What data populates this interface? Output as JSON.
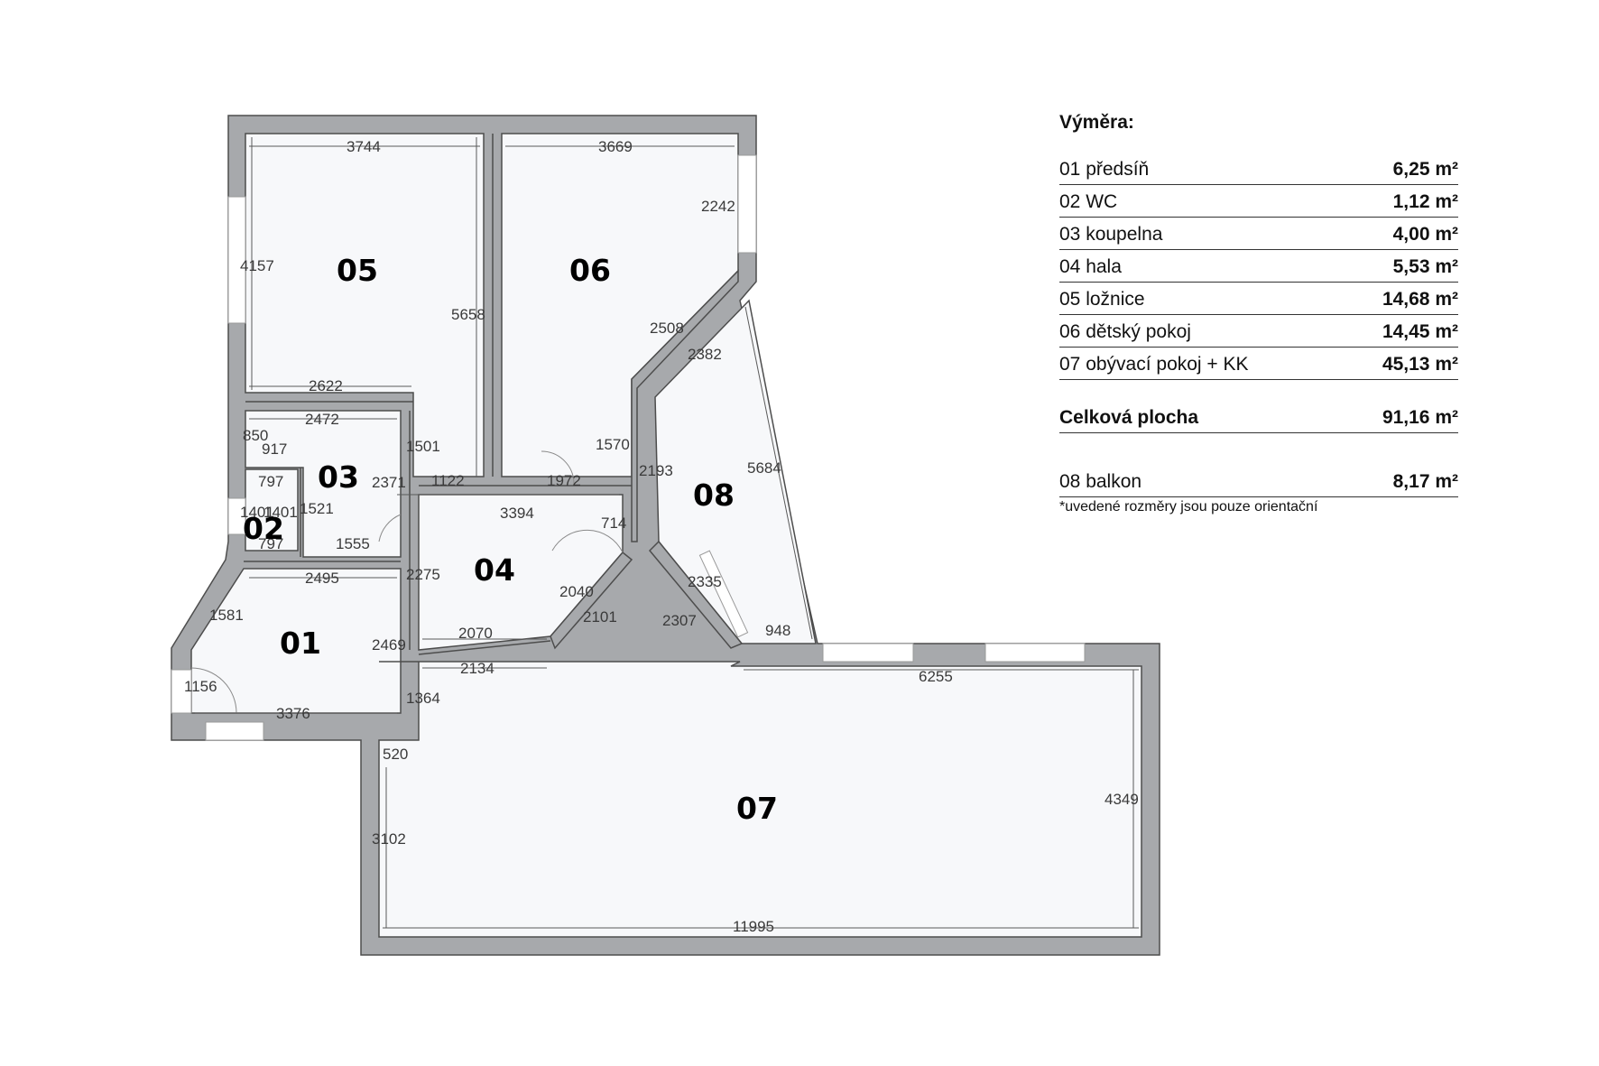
{
  "legend": {
    "title": "Výměra:",
    "rooms": [
      {
        "label": "01 předsíň",
        "value": "6,25 m²"
      },
      {
        "label": "02 WC",
        "value": "1,12 m²"
      },
      {
        "label": "03 koupelna",
        "value": "4,00 m²"
      },
      {
        "label": "04 hala",
        "value": "5,53 m²"
      },
      {
        "label": "05 ložnice",
        "value": "14,68 m²"
      },
      {
        "label": "06 dětský pokoj",
        "value": "14,45 m²"
      },
      {
        "label": "07 obývací pokoj + KK",
        "value": "45,13 m²"
      }
    ],
    "total": {
      "label": "Celková plocha",
      "value": "91,16 m²"
    },
    "balcony": {
      "label": "08 balkon",
      "value": "8,17 m²"
    },
    "note": "*uvedené rozměry jsou pouze orientační"
  },
  "rooms": {
    "r01": "01",
    "r02": "02",
    "r03": "03",
    "r04": "04",
    "r05": "05",
    "r06": "06",
    "r07": "07",
    "r08": "08"
  },
  "dims": {
    "d3744": "3744",
    "d3669": "3669",
    "d2242": "2242",
    "d4157": "4157",
    "d5658": "5658",
    "d2508": "2508",
    "d2382": "2382",
    "d2622": "2622",
    "d2472": "2472",
    "d850": "850",
    "d917": "917",
    "d1501": "1501",
    "d1570": "1570",
    "d797a": "797",
    "d1122": "1122",
    "d1972": "1972",
    "d2371": "2371",
    "d2193": "2193",
    "d5684": "5684",
    "d1401a": "1401",
    "d1401b": "1401",
    "d1521": "1521",
    "d3394": "3394",
    "d714": "714",
    "d797b": "797",
    "d1555": "1555",
    "d2495": "2495",
    "d2275": "2275",
    "d2040": "2040",
    "d2335": "2335",
    "d1581": "1581",
    "d2101": "2101",
    "d2307": "2307",
    "d2070": "2070",
    "d948": "948",
    "d2469": "2469",
    "d2134": "2134",
    "d6255": "6255",
    "d1156": "1156",
    "d3376": "3376",
    "d1364": "1364",
    "d520": "520",
    "d4349": "4349",
    "d3102": "3102",
    "d11995": "11995"
  }
}
